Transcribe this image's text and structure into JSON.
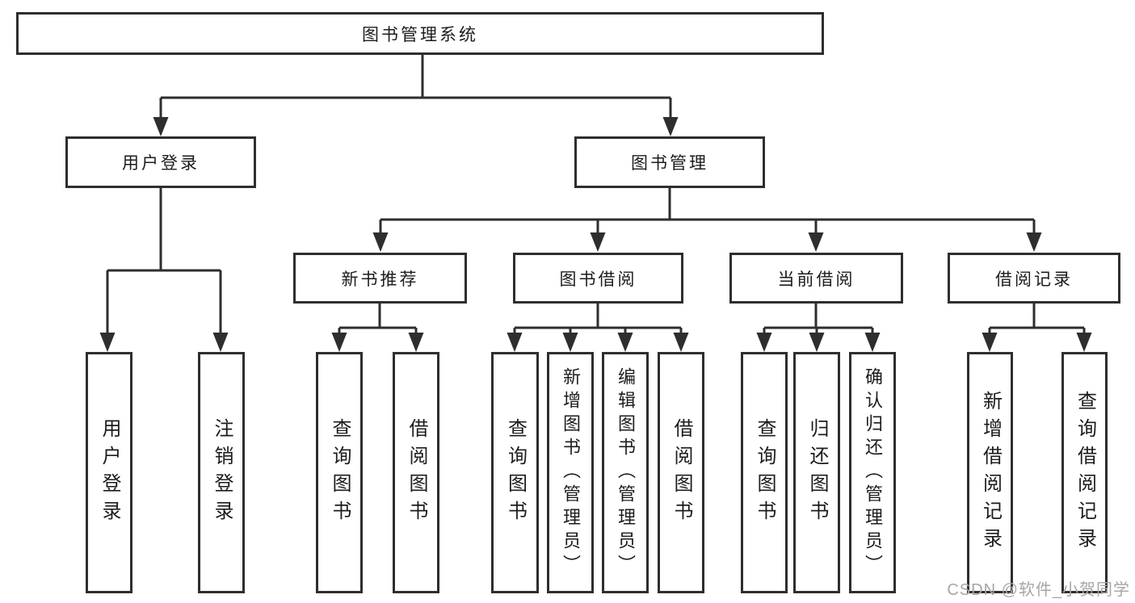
{
  "diagram": {
    "root": {
      "label": "图书管理系统",
      "children": [
        {
          "label": "用户登录",
          "children": [
            {
              "label": "用户登录"
            },
            {
              "label": "注销登录"
            }
          ]
        },
        {
          "label": "图书管理",
          "children": [
            {
              "label": "新书推荐",
              "children": [
                {
                  "label": "查询图书"
                },
                {
                  "label": "借阅图书"
                }
              ]
            },
            {
              "label": "图书借阅",
              "children": [
                {
                  "label": "查询图书"
                },
                {
                  "label": "新增图书（管理员）"
                },
                {
                  "label": "编辑图书（管理员）"
                },
                {
                  "label": "借阅图书"
                }
              ]
            },
            {
              "label": "当前借阅",
              "children": [
                {
                  "label": "查询图书"
                },
                {
                  "label": "归还图书"
                },
                {
                  "label": "确认归还（管理员）"
                }
              ]
            },
            {
              "label": "借阅记录",
              "children": [
                {
                  "label": "新增借阅记录"
                },
                {
                  "label": "查询借阅记录"
                }
              ]
            }
          ]
        }
      ]
    }
  },
  "watermark": {
    "text": "CSDN @软件_小贺同学",
    "color": "#a6a6a6"
  },
  "colors": {
    "line": "#2e2e2e",
    "border": "#2e2e2e",
    "text": "#1c1c1c",
    "background": "#ffffff"
  }
}
